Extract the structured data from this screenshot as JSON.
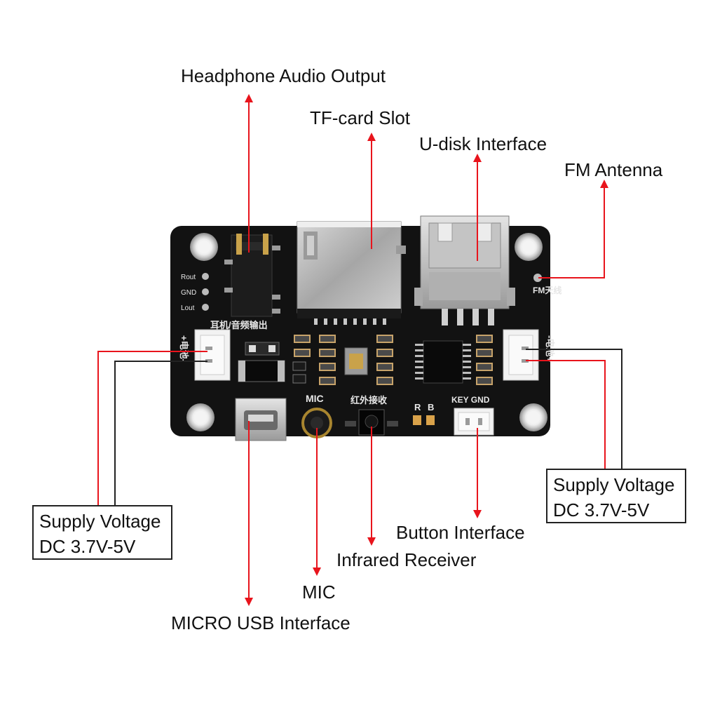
{
  "labels": {
    "headphone": "Headphone Audio Output",
    "tfcard": "TF-card Slot",
    "udisk": "U-disk Interface",
    "fm": "FM Antenna",
    "usb": "MICRO USB Interface",
    "mic": "MIC",
    "ir": "Infrared Receiver",
    "button": "Button Interface"
  },
  "supply_left": {
    "line1": "Supply Voltage",
    "line2": "DC 3.7V-5V"
  },
  "supply_right": {
    "line1": "Supply Voltage",
    "line2": "DC 3.7V-5V"
  },
  "board": {
    "rout": "Rout",
    "gnd": "GND",
    "lout": "Lout",
    "headphone_cn": "耳机/音频输出",
    "mic_label": "MIC",
    "ir_cn": "红外接收",
    "r_label": "R",
    "b_label": "B",
    "key_gnd": "KEY GND",
    "fm_cn": "FM天线",
    "power_cn_left": "+电池-",
    "power_cn_right": "-电池+"
  },
  "colors": {
    "arrow": "#e8141c",
    "board": "#121212",
    "wire": "#222222",
    "label_text": "#111111"
  }
}
